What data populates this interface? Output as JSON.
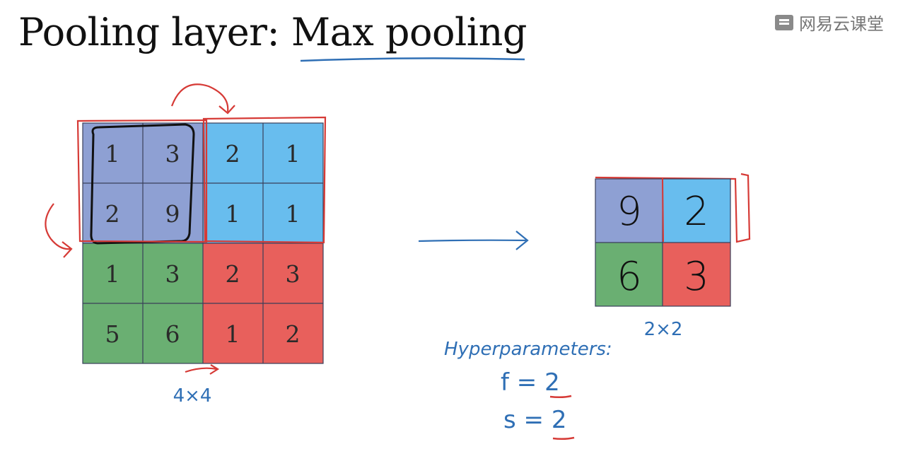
{
  "title": {
    "prefix": "Pooling layer: ",
    "highlight": "Max pooling"
  },
  "watermark": "网易云课堂",
  "input_matrix": {
    "size_label": "4×4",
    "rows": [
      [
        "1",
        "3",
        "2",
        "1"
      ],
      [
        "2",
        "9",
        "1",
        "1"
      ],
      [
        "1",
        "3",
        "2",
        "3"
      ],
      [
        "5",
        "6",
        "1",
        "2"
      ]
    ],
    "quadrant_colors": [
      "#8ea0d3",
      "#68bdee",
      "#6aaf72",
      "#e8605c"
    ]
  },
  "output_matrix": {
    "size_label": "2×2",
    "rows": [
      [
        "9",
        "2"
      ],
      [
        "6",
        "3"
      ]
    ]
  },
  "hyperparameters": {
    "heading": "Hyperparameters:",
    "f": "f = 2",
    "s": "s = 2"
  },
  "colors": {
    "annotation_red": "#d63a36",
    "annotation_blue": "#2f6fb5"
  }
}
